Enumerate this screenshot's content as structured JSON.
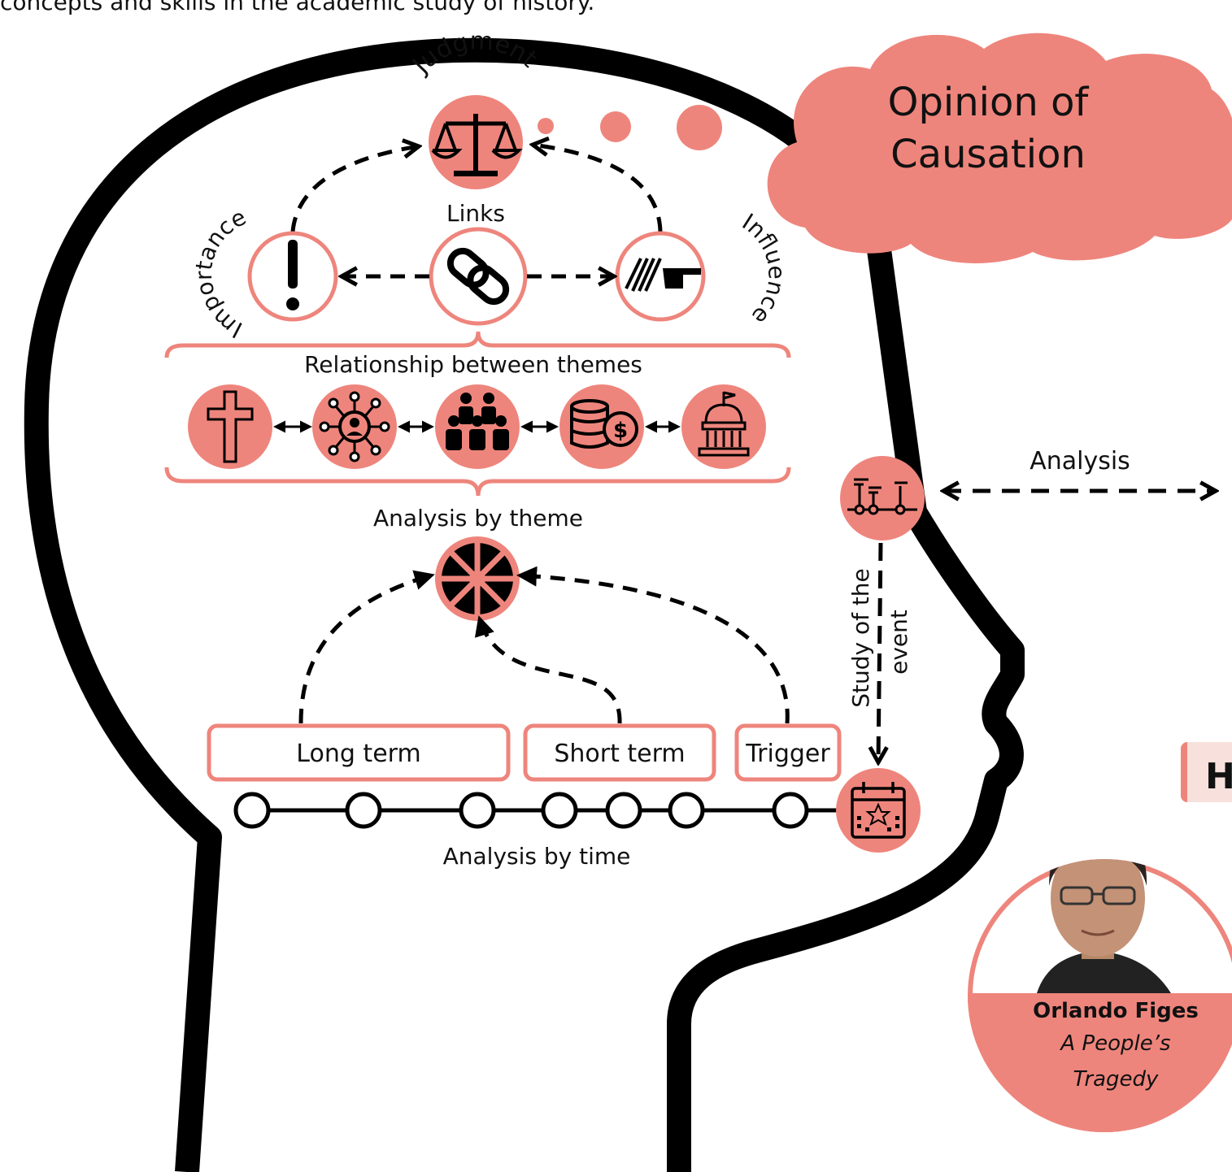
{
  "caption": "concepts and skills in the academic study of history.",
  "thought_bubble": {
    "line1": "Opinion of",
    "line2": "Causation"
  },
  "judgment": {
    "label": "Judgment",
    "icon": "scales-of-justice-icon"
  },
  "concepts": [
    {
      "label": "Importance",
      "icon": "exclamation-icon"
    },
    {
      "label": "Links",
      "icon": "chain-link-icon"
    },
    {
      "label": "Influence",
      "icon": "pointing-hand-icon"
    }
  ],
  "relationship_label": "Relationship between themes",
  "themes": [
    {
      "icon": "cross-icon"
    },
    {
      "icon": "network-people-icon"
    },
    {
      "icon": "group-people-icon"
    },
    {
      "icon": "coins-money-icon"
    },
    {
      "icon": "capitol-building-icon"
    }
  ],
  "analysis_by_theme": "Analysis by theme",
  "analysis_by_time": "Analysis by time",
  "time_boxes": [
    "Long term",
    "Short term",
    "Trigger"
  ],
  "study_of_event": {
    "line1": "Study of the",
    "line2": "event"
  },
  "analysis_label": "Analysis",
  "badge_letter": "H",
  "author": {
    "name": "Orlando Figes",
    "book_line1": "A People’s",
    "book_line2": "Tragedy"
  },
  "colors": {
    "accent": "#EE857C",
    "outline": "#000000",
    "background": "#FFFFFF"
  }
}
